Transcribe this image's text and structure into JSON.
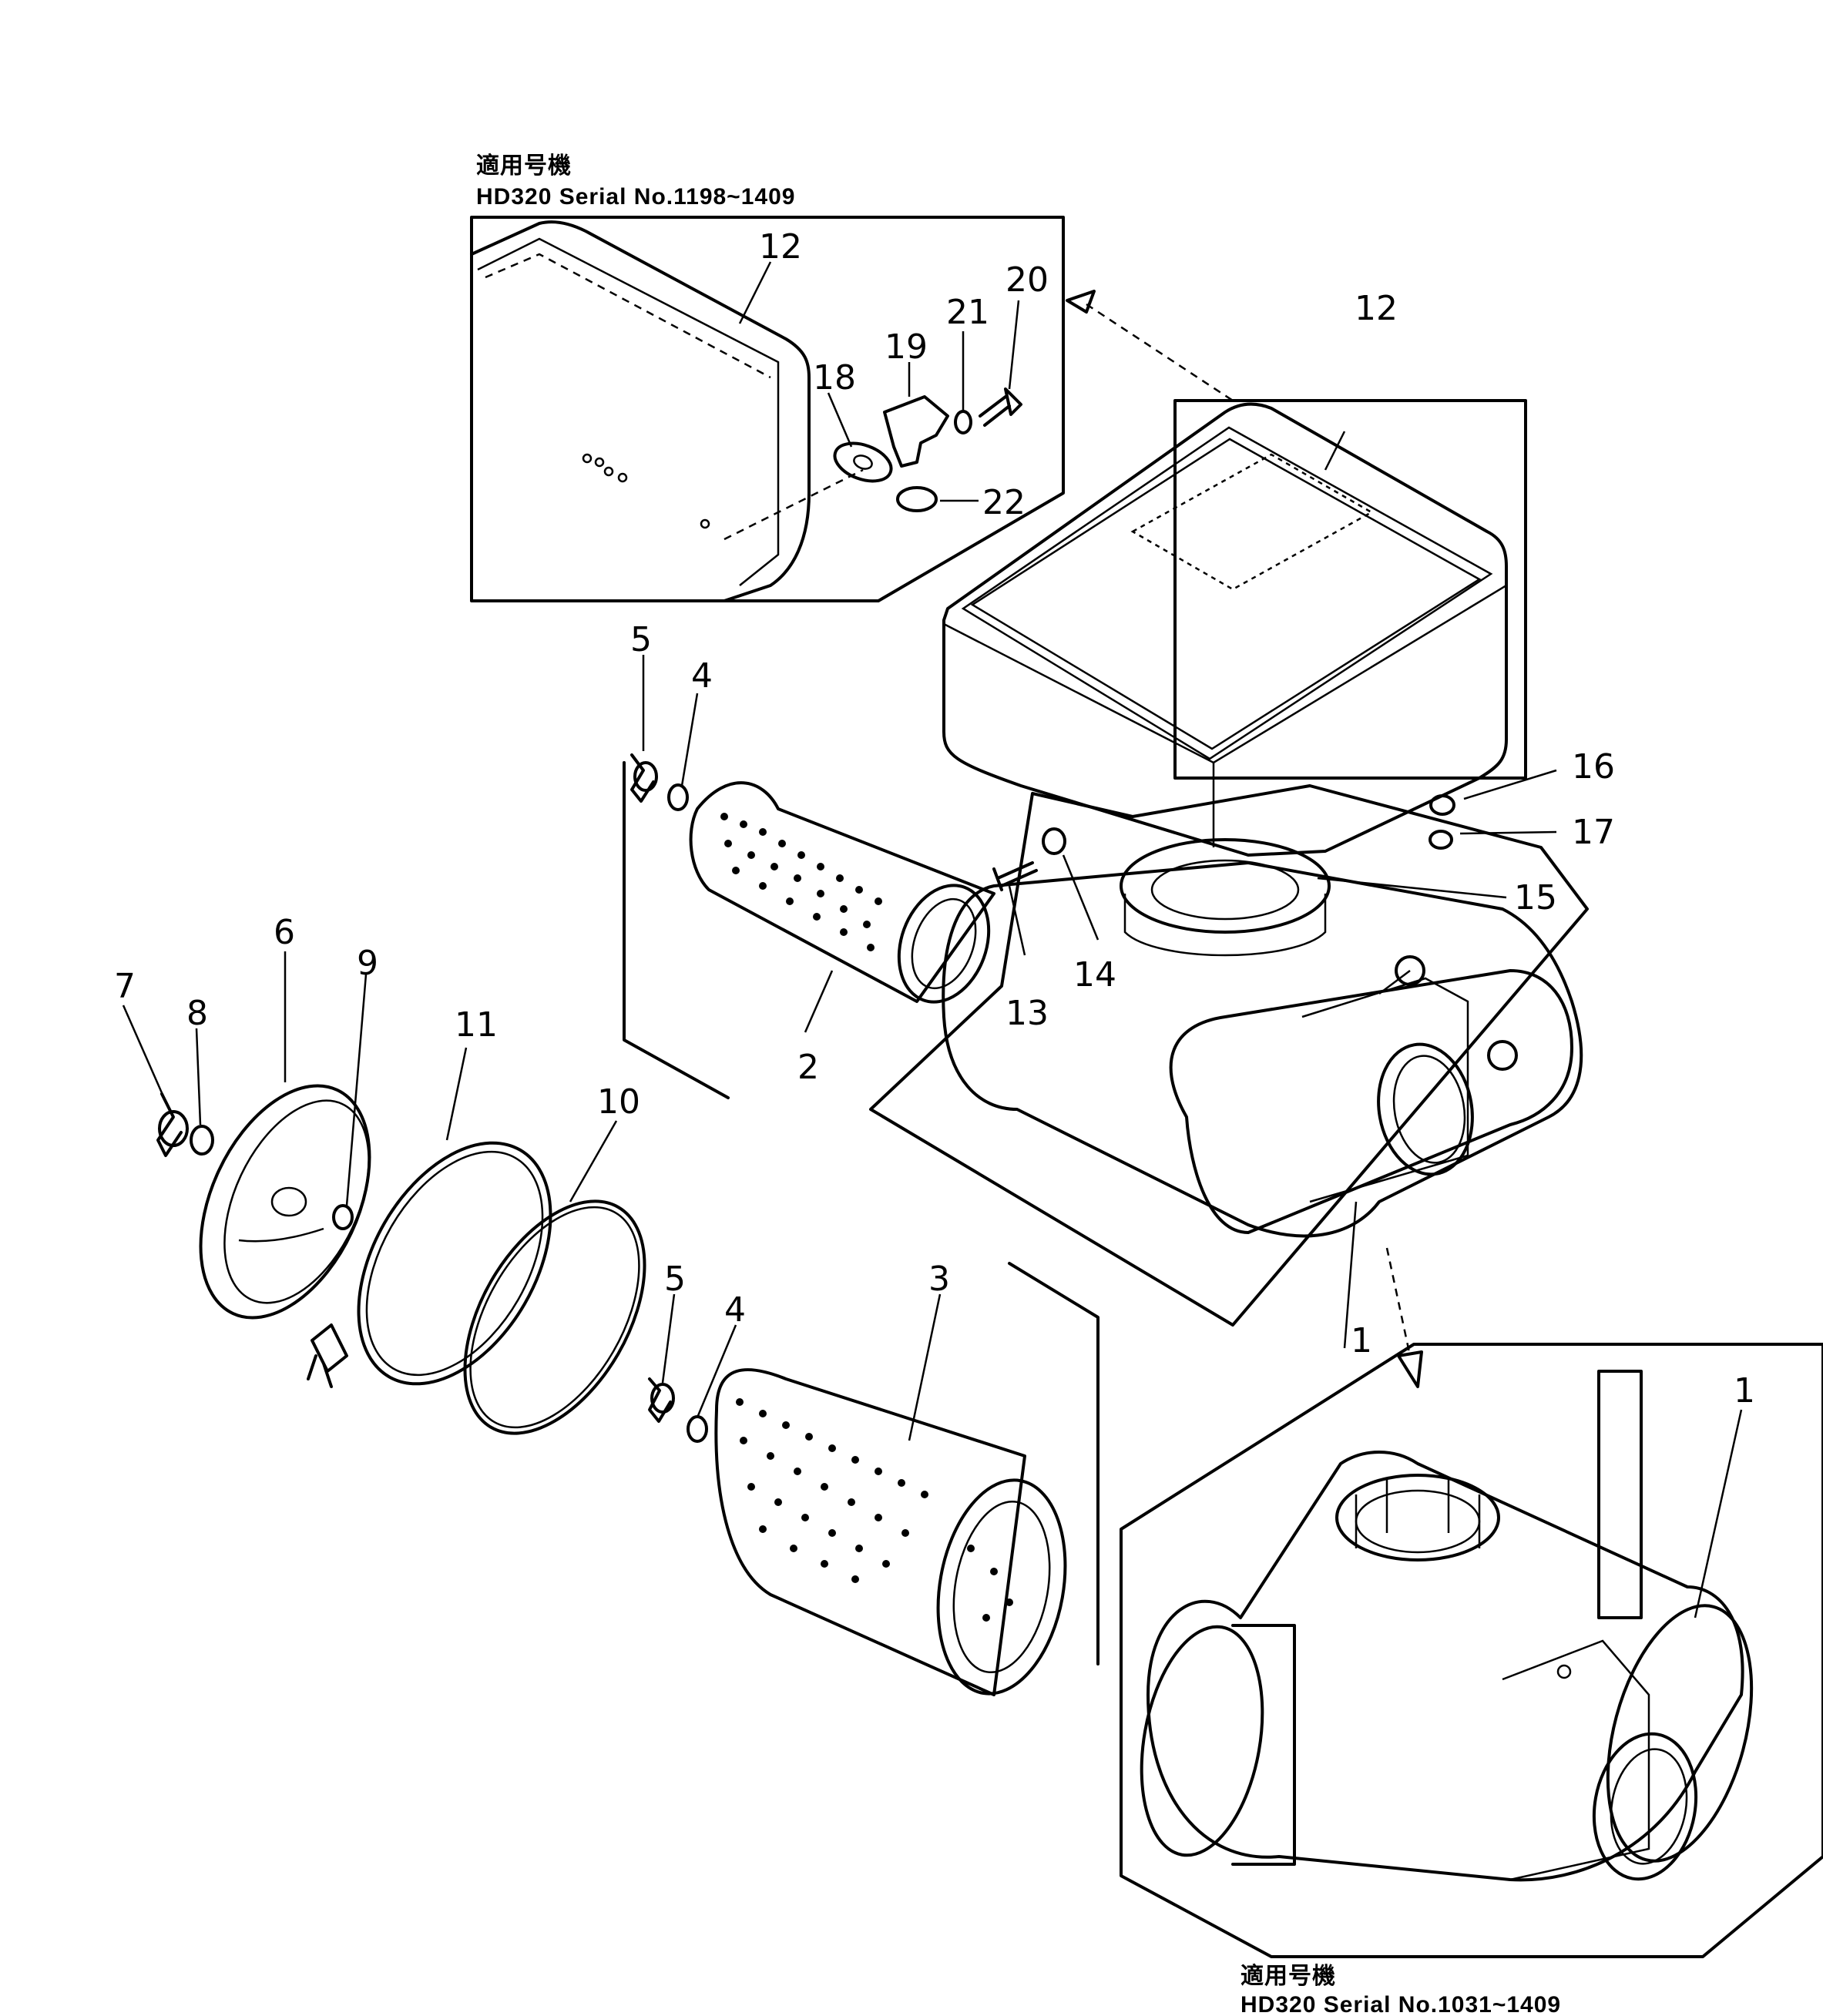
{
  "inset_top": {
    "applicable_label": "適用号機",
    "serial_label": "HD320 Serial No.1198~1409"
  },
  "inset_bottom": {
    "applicable_label": "適用号機",
    "serial_label": "HD320 Serial No.1031~1409"
  },
  "callouts": {
    "c1": "1",
    "c1b": "1",
    "c2": "2",
    "c3": "3",
    "c4": "4",
    "c4b": "4",
    "c5": "5",
    "c5b": "5",
    "c6": "6",
    "c7": "7",
    "c8": "8",
    "c9": "9",
    "c10": "10",
    "c11": "11",
    "c12": "12",
    "c12b": "12",
    "c13": "13",
    "c14": "14",
    "c15": "15",
    "c16": "16",
    "c17": "17",
    "c18": "18",
    "c19": "19",
    "c20": "20",
    "c21": "21",
    "c22": "22"
  }
}
